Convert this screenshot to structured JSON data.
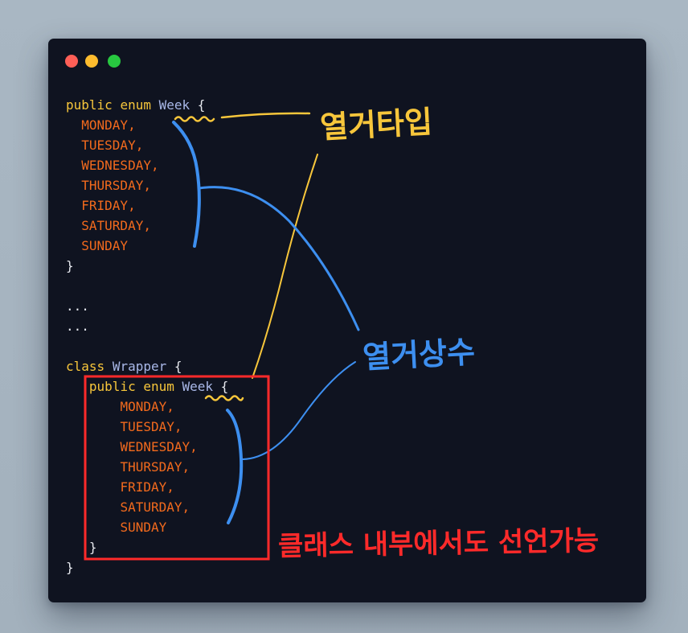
{
  "window": {
    "buttons": [
      "close",
      "minimize",
      "zoom"
    ]
  },
  "code": {
    "enum_decl": {
      "kw1": "public",
      "kw2": "enum",
      "name": "Week",
      "open": " {",
      "constants": [
        "MONDAY,",
        "TUESDAY,",
        "WEDNESDAY,",
        "THURSDAY,",
        "FRIDAY,",
        "SATURDAY,",
        "SUNDAY"
      ],
      "close": "}"
    },
    "ellipsis": [
      "...",
      "..."
    ],
    "class_decl": {
      "kw": "class",
      "name": "Wrapper",
      "open": " {",
      "inner_kw1": "public",
      "inner_kw2": "enum",
      "inner_name": "Week",
      "inner_open": " {",
      "inner_constants": [
        "MONDAY,",
        "TUESDAY,",
        "WEDNESDAY,",
        "THURSDAY,",
        "FRIDAY,",
        "SATURDAY,",
        "SUNDAY"
      ],
      "inner_close": "}",
      "close": "}"
    }
  },
  "annotations": {
    "enum_type": "열거타입",
    "enum_constants": "열거상수",
    "declare_inside_class": "클래스 내부에서도 선언가능"
  },
  "colors": {
    "keyword": "#f7c63b",
    "type_name": "#a9b8e8",
    "constant": "#f26a1d",
    "annotation_yellow": "#f7c63b",
    "annotation_blue": "#3d8ff0",
    "annotation_red": "#ff2a2a"
  }
}
